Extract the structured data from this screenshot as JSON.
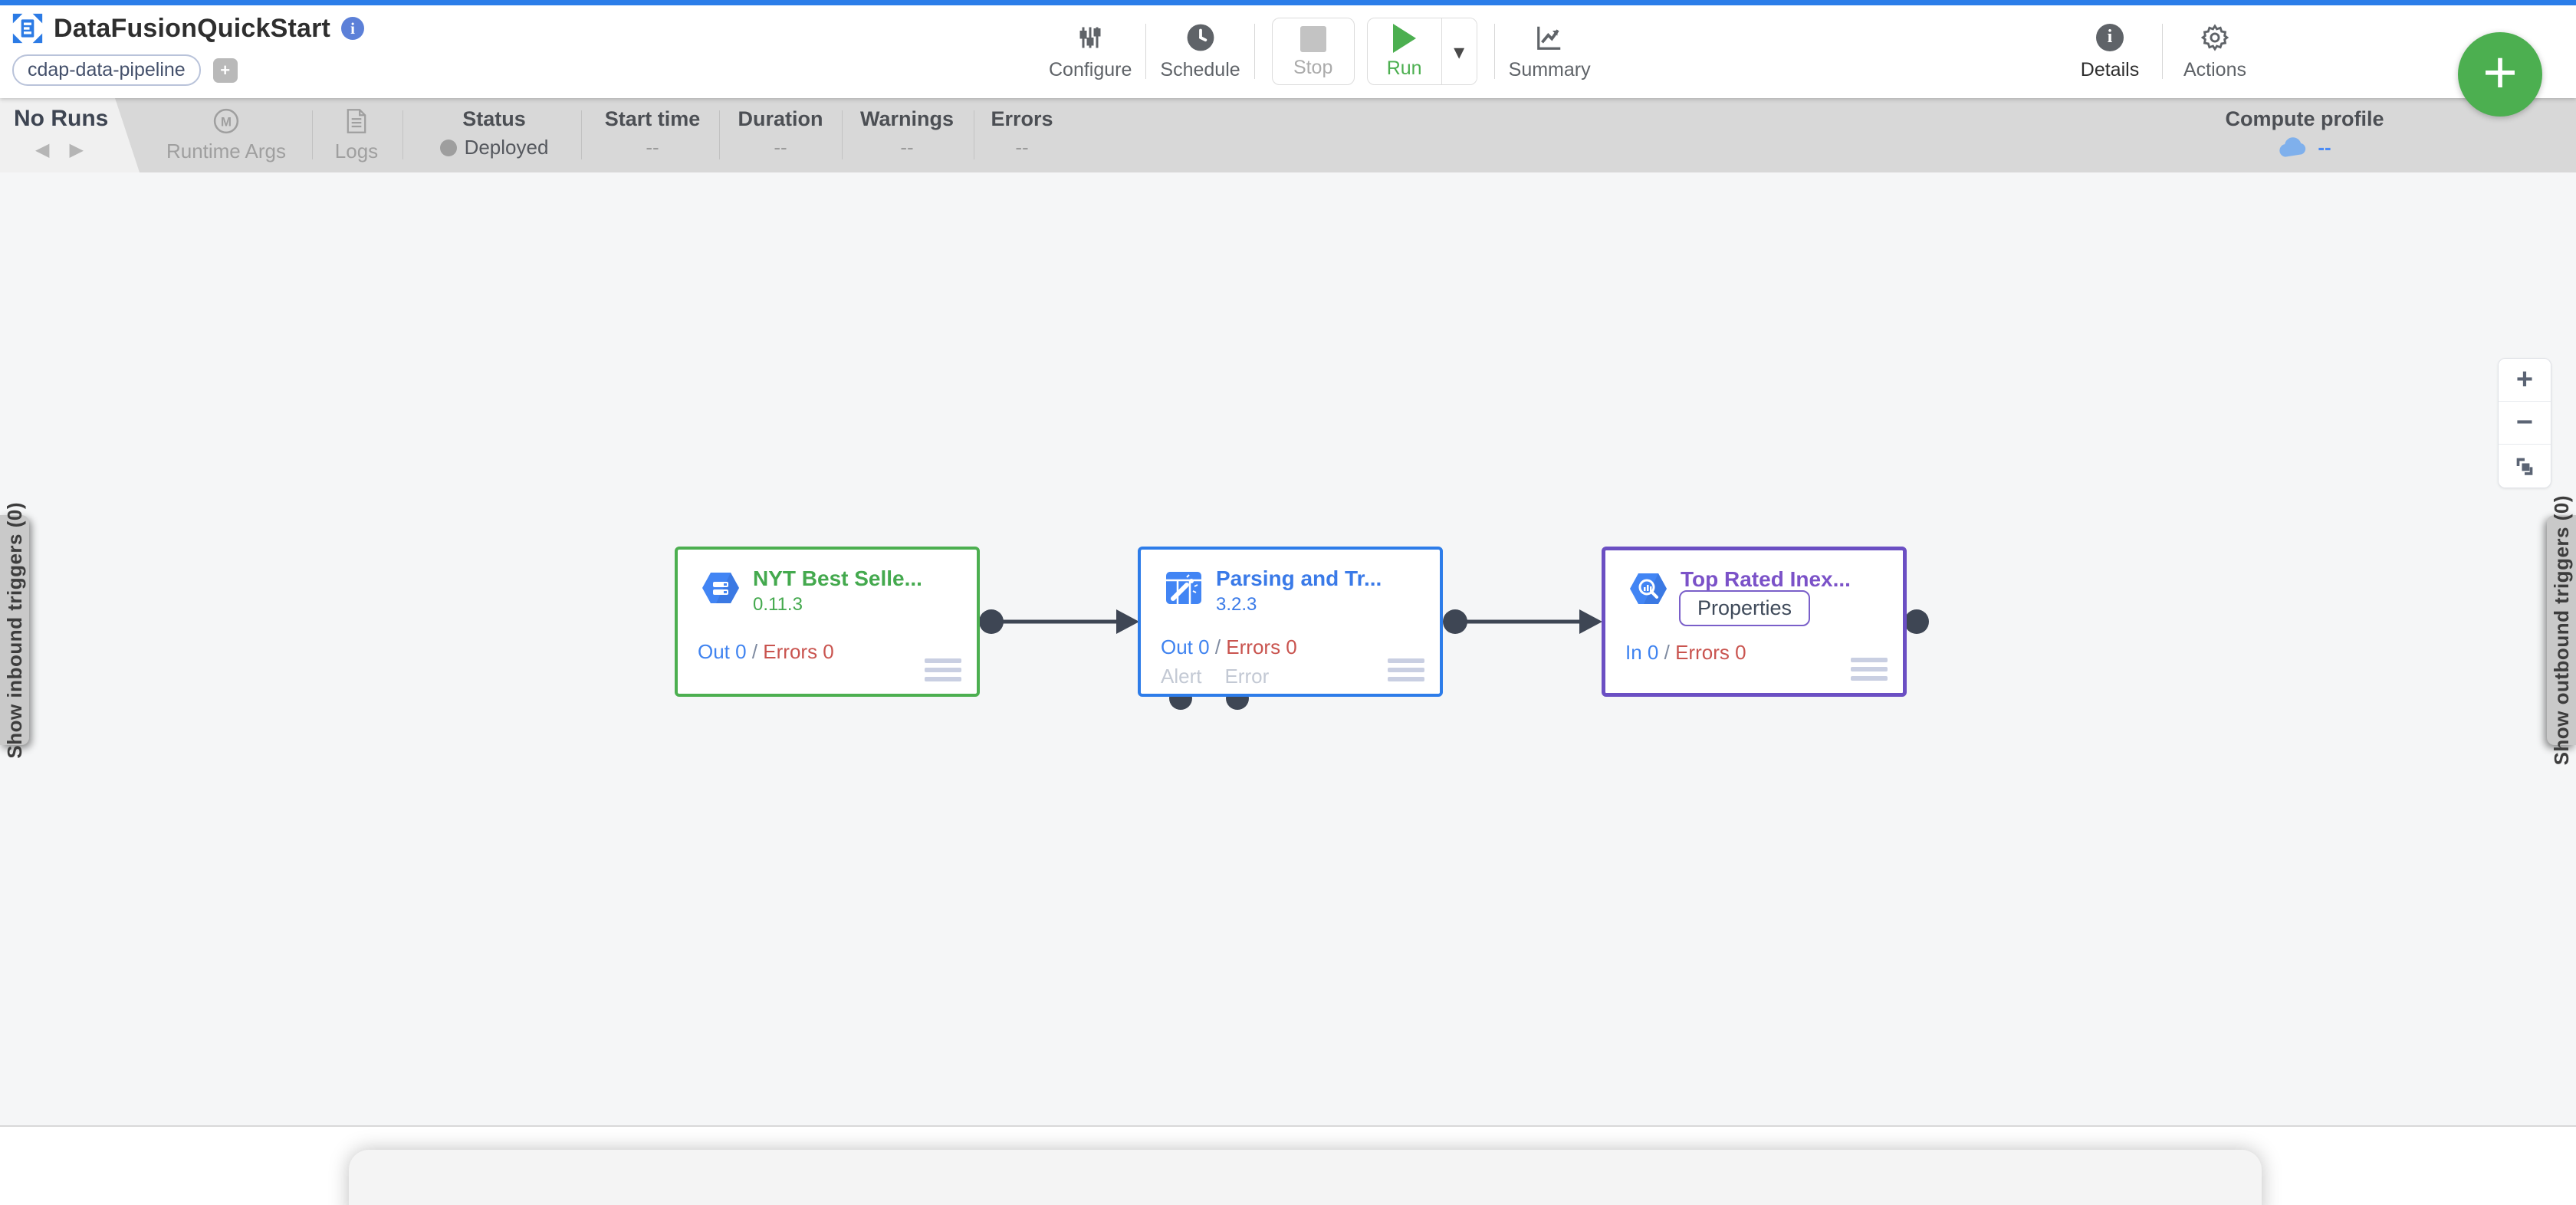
{
  "header": {
    "title": "DataFusionQuickStart",
    "info_icon_glyph": "i",
    "tag": "cdap-data-pipeline",
    "tag_add_label": "+",
    "toolbar": {
      "configure_label": "Configure",
      "schedule_label": "Schedule",
      "stop_label": "Stop",
      "run_label": "Run",
      "run_caret": "▾",
      "summary_label": "Summary",
      "details_label": "Details",
      "details_icon_glyph": "i",
      "actions_label": "Actions"
    },
    "add_button_label": "+"
  },
  "runbar": {
    "no_runs_label": "No Runs",
    "pager_prev": "◀",
    "pager_next": "▶",
    "runtime_args_label": "Runtime Args",
    "runtime_args_icon_glyph": "M",
    "logs_label": "Logs",
    "status_label": "Status",
    "status_value": "Deployed",
    "stats": [
      {
        "label": "Start time",
        "value": "--"
      },
      {
        "label": "Duration",
        "value": "--"
      },
      {
        "label": "Warnings",
        "value": "--"
      },
      {
        "label": "Errors",
        "value": "--"
      }
    ],
    "compute_profile_label": "Compute profile",
    "compute_profile_value": "--"
  },
  "canvas": {
    "nodes": [
      {
        "title": "NYT Best Selle...",
        "version": "0.11.3",
        "out_label": "Out 0",
        "separator": "/",
        "errors_label": "Errors 0",
        "accent_color": "#4caf50",
        "icon": "database-plugin-icon"
      },
      {
        "title": "Parsing and Tr...",
        "version": "3.2.3",
        "out_label": "Out 0",
        "separator": "/",
        "errors_label": "Errors 0",
        "alert_port_label": "Alert",
        "error_port_label": "Error",
        "accent_color": "#2d7ce9",
        "icon": "wrangler-plugin-icon"
      },
      {
        "title": "Top Rated Inex...",
        "properties_label": "Properties",
        "out_label": "In 0",
        "separator": "/",
        "errors_label": "Errors 0",
        "accent_color": "#6b4fc3",
        "icon": "bigquery-plugin-icon"
      }
    ],
    "left_trigger_tab": "Show inbound triggers (0)",
    "right_trigger_tab": "Show outbound triggers (0)",
    "zoom_in_label": "+",
    "zoom_out_label": "−",
    "connector_color": "#3e4654"
  }
}
